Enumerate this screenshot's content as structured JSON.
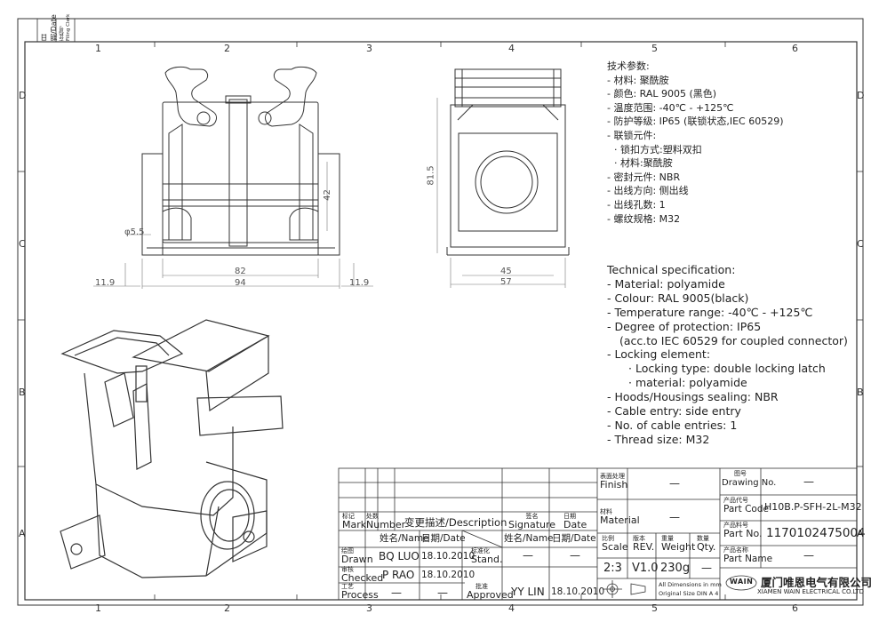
{
  "margin_labels": {
    "date": "日期/Date",
    "filing": "存档号\nFiling Clerk"
  },
  "zones_top": [
    "1",
    "2",
    "3",
    "4",
    "5",
    "6"
  ],
  "zones_bottom": [
    "1",
    "2",
    "3",
    "4",
    "5",
    "6"
  ],
  "zones_left": [
    "D",
    "C",
    "B",
    "A"
  ],
  "zones_right": [
    "D",
    "C",
    "B",
    "A"
  ],
  "dimensions": {
    "d55": "φ5.5",
    "w82": "82",
    "w94": "94",
    "e119l": "11.9",
    "e119r": "11.9",
    "h42": "42",
    "h815": "81.5",
    "w45": "45",
    "w57": "57"
  },
  "spec_cn": [
    "技术参数:",
    "- 材料: 聚酰胺",
    "- 颜色: RAL 9005 (黑色)",
    "- 温度范围: -40℃ - +125℃",
    "- 防护等级: IP65 (联锁状态,IEC 60529)",
    "- 联锁元件:",
    "  · 锁扣方式:塑料双扣",
    "  · 材料:聚酰胺",
    "- 密封元件: NBR",
    "- 出线方向: 侧出线",
    "- 出线孔数: 1",
    "- 螺纹规格: M32"
  ],
  "spec_en": [
    "Technical specification:",
    "- Material: polyamide",
    "- Colour: RAL 9005(black)",
    "- Temperature range: -40℃ - +125℃",
    "- Degree of protection: IP65",
    "  (acc.to IEC 60529 for coupled connector)",
    "- Locking element:",
    "    · Locking type: double locking latch",
    "    · material: polyamide",
    "- Hoods/Housings sealing: NBR",
    "- Cable entry: side entry",
    "- No. of cable entries: 1",
    "- Thread size: M32"
  ],
  "title_block": {
    "mark_cn": "标记",
    "mark_en": "Mark",
    "number_cn": "处数",
    "number_en": "Number",
    "desc": "变更描述/Description",
    "sig_cn": "签名",
    "sig_en": "Signature",
    "date_cn": "日期",
    "date_en": "Date",
    "name_hdr": "姓名/Name",
    "date_hdr": "日期/Date",
    "std_cn": "标准化",
    "std_en": "Stand.",
    "drawn_cn": "绘图",
    "drawn_en": "Drawn",
    "checked_cn": "审核",
    "checked_en": "Checked",
    "process_cn": "工艺",
    "process_en": "Process",
    "approved_cn": "批准",
    "approved_en": "Approved",
    "drawn_name": "BQ LUO",
    "drawn_date": "18.10.2010",
    "checked_name": "P RAO",
    "checked_date": "18.10.2010",
    "process_name": "—",
    "process_date": "—",
    "std_name": "—",
    "std_date": "—",
    "approved_name": "YY LIN",
    "approved_date": "18.10.2010",
    "sig_name_hdr": "姓名/Name",
    "sig_date_hdr": "日期/Date",
    "finish_cn": "表面处理",
    "finish_en": "Finish",
    "finish_val": "—",
    "material_cn": "材料",
    "material_en": "Material",
    "material_val": "—",
    "scale_cn": "比例",
    "scale_en": "Scale",
    "scale_val": "2:3",
    "rev_cn": "版本",
    "rev_en": "REV.",
    "rev_val": "V1.0",
    "weight_cn": "重量",
    "weight_en": "Weight",
    "weight_val": "230g",
    "qty_cn": "数量",
    "qty_en": "Qty.",
    "qty_val": "—",
    "dims_note1": "All Dimensions in mm",
    "dims_note2": "Original Size DIN A 4",
    "drawing_no_cn": "图号",
    "drawing_no_en": "Drawing No.",
    "drawing_no_val": "—",
    "part_code_cn": "产品代号",
    "part_code_en": "Part Code",
    "part_code_val": "H10B.P-SFH-2L-M32",
    "part_no_cn": "产品料号",
    "part_no_en": "Part No.",
    "part_no_val": "1170102475004",
    "part_name_cn": "产品名称",
    "part_name_en": "Part Name",
    "part_name_val": "—",
    "company_cn": "厦门唯恩电气有限公司",
    "company_en": "XIAMEN WAIN ELECTRICAL CO.LTD",
    "logo": "WAIN"
  }
}
